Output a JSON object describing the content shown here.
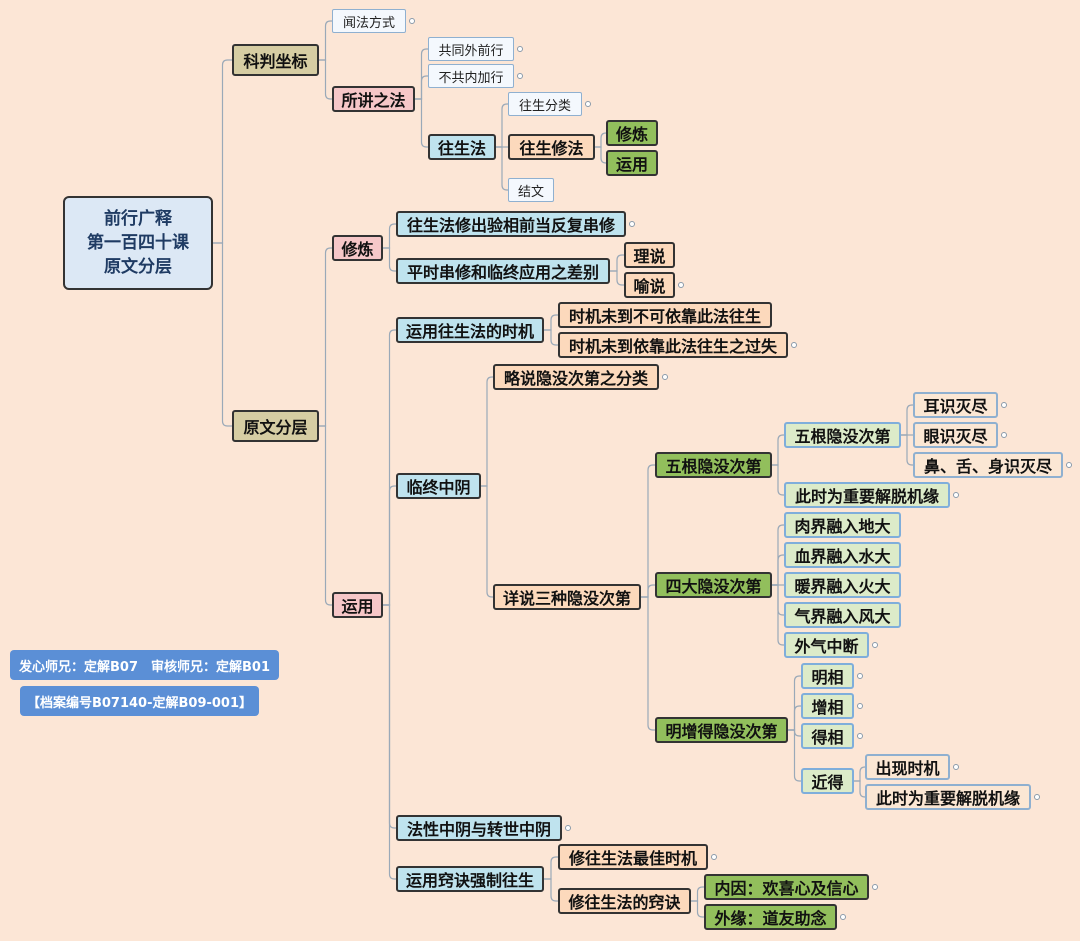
{
  "root": {
    "lines": [
      "前行广释",
      "第一百四十课",
      "原文分层"
    ]
  },
  "nodes": {
    "kepan": "科判坐标",
    "wenfa": "闻法方式",
    "suojiang": "所讲之法",
    "gongtong": "共同外前行",
    "bugong": "不共内加行",
    "wangshengfa": "往生法",
    "wangsheng_fenlei": "往生分类",
    "wangsheng_xiufa": "往生修法",
    "xiulian_a": "修炼",
    "yunyong_a": "运用",
    "jiewen": "结文",
    "yuanwen": "原文分层",
    "xiulian": "修炼",
    "xiulian_c1": "往生法修出验相前当反复串修",
    "xiulian_c2": "平时串修和临终应用之差别",
    "lishuo": "理说",
    "yushuo": "喻说",
    "yunyong": "运用",
    "shiji": "运用往生法的时机",
    "shiji_1": "时机未到不可依靠此法往生",
    "shiji_2": "时机未到依靠此法往生之过失",
    "linzhong": "临终中阴",
    "lueshuo": "略说隐没次第之分类",
    "xiangshuo": "详说三种隐没次第",
    "wugen": "五根隐没次第",
    "wugen_sub": "五根隐没次第",
    "erzhi": "耳识灭尽",
    "yanzhi": "眼识灭尽",
    "bishe": "鼻、舌、身识灭尽",
    "jietuo_1": "此时为重要解脱机缘",
    "sida": "四大隐没次第",
    "rou": "肉界融入地大",
    "xue": "血界融入水大",
    "nuan": "暖界融入火大",
    "qi": "气界融入风大",
    "waiqi": "外气中断",
    "mingzengde": "明增得隐没次第",
    "mingxiang": "明相",
    "zengxiang": "增相",
    "dexiang": "得相",
    "jinde": "近得",
    "chuxian": "出现时机",
    "jietuo_2": "此时为重要解脱机缘",
    "faxing": "法性中阴与转世中阴",
    "qiaojue": "运用窍诀强制往生",
    "zuijia": "修往生法最佳时机",
    "qiaojue_2": "修往生法的窍诀",
    "neiyin": "内因：欢喜心及信心",
    "waiyuan": "外缘：道友助念"
  },
  "credits": {
    "line1": "发心师兄：定解B07　审核师兄：定解B01",
    "line2": "【档案编号B07140-定解B09-001】"
  },
  "colors": {
    "background": "#fce6d6",
    "olive": "#d6cda3",
    "pink": "#f6c7c8",
    "teal": "#bfe3ee",
    "peach": "#fcd9bc",
    "green": "#92bf5c",
    "badge": "#5b8fd6"
  }
}
